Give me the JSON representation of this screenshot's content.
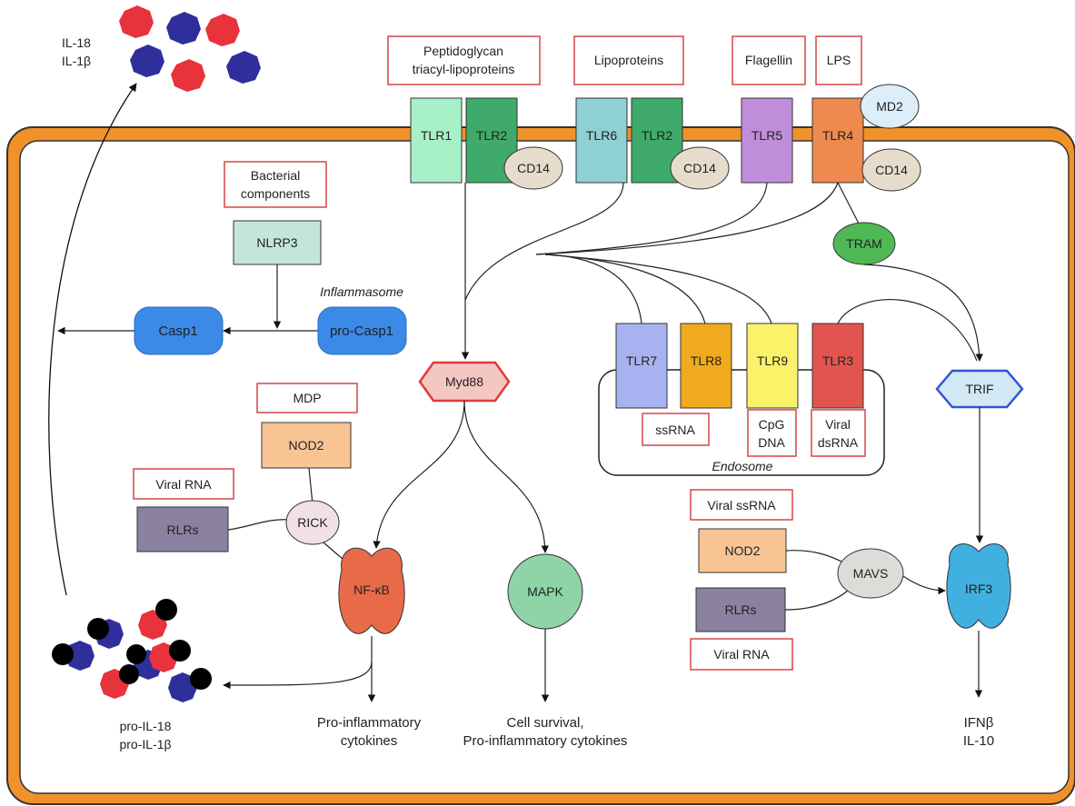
{
  "cytokines": {
    "mature": [
      "IL-18",
      "IL-1β"
    ],
    "pro": [
      "pro-IL-18",
      "pro-IL-1β"
    ]
  },
  "ligands": {
    "peptidoglycan": [
      "Peptidoglycan",
      "triacyl-lipoproteins"
    ],
    "lipoproteins": "Lipoproteins",
    "flagellin": "Flagellin",
    "lps": "LPS",
    "bacterial": [
      "Bacterial",
      "components"
    ],
    "mdp": "MDP",
    "viral_rna_left": "Viral RNA",
    "viral_ssrna": "Viral ssRNA",
    "viral_rna_right": "Viral RNA",
    "ssrna": "ssRNA",
    "cpg": [
      "CpG",
      "DNA"
    ],
    "dsrna": [
      "Viral",
      "dsRNA"
    ]
  },
  "receptors": {
    "tlr1": "TLR1",
    "tlr2a": "TLR2",
    "tlr6": "TLR6",
    "tlr2b": "TLR2",
    "tlr5": "TLR5",
    "tlr4": "TLR4",
    "tlr7": "TLR7",
    "tlr8": "TLR8",
    "tlr9": "TLR9",
    "tlr3": "TLR3"
  },
  "coreceptors": {
    "cd14": "CD14",
    "md2": "MD2"
  },
  "adaptors": {
    "tram": "TRAM",
    "myd88": "Myd88",
    "trif": "TRIF",
    "rick": "RICK",
    "mavs": "MAVS"
  },
  "inflammasome": {
    "nlrp3": "NLRP3",
    "label": "Inflammasome",
    "casp1": "Casp1",
    "pro_casp1": "pro-Casp1"
  },
  "nod_rlr": {
    "nod2_left": "NOD2",
    "rlrs_left": "RLRs",
    "nod2_right": "NOD2",
    "rlrs_right": "RLRs"
  },
  "factors": {
    "nfkb": "NF-κB",
    "mapk": "MAPK",
    "irf3": "IRF3"
  },
  "endosome_label": "Endosome",
  "outputs": {
    "proinflammatory": [
      "Pro-inflammatory",
      "cytokines"
    ],
    "survival": [
      "Cell survival,",
      "Pro-inflammatory cytokines"
    ],
    "ifn": [
      "IFNβ",
      "IL-10"
    ]
  },
  "colors": {
    "membrane": "#f0912a",
    "tlr1": "#a8f0c8",
    "tlr2": "#3faa6a",
    "tlr6": "#8ed0d4",
    "tlr5": "#c08ed8",
    "tlr4": "#ef8a4e",
    "tlr7": "#a9b2f0",
    "tlr8": "#f0aa1e",
    "tlr9": "#fbf26a",
    "tlr3": "#e2554e",
    "cd14": "#e7dccb",
    "md2": "#dbeefa",
    "tram": "#4fba55",
    "myd88": "#f5c7c3",
    "trif": "#d2e9f5",
    "casp": "#3b8ae8",
    "nlrp3": "#c3e6d8",
    "nod2": "#f8c494",
    "rlrs": "#8a82a0",
    "rick": "#f1e1e6",
    "mavs": "#dcdcd8",
    "nfkb": "#e86a48",
    "mapk": "#8ed4a6",
    "irf3": "#3fb0e0",
    "cytokine_red": "#e8323c",
    "cytokine_blue": "#2e2f9a"
  }
}
